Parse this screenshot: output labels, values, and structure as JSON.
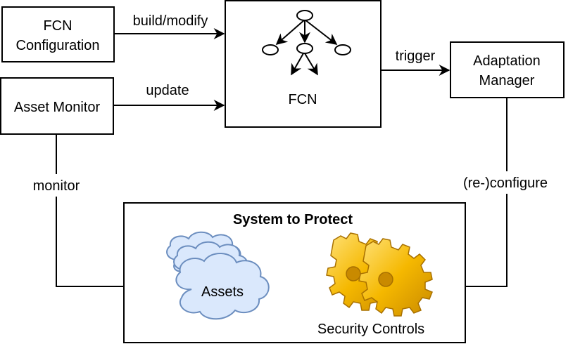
{
  "nodes": {
    "fcn_config": {
      "line1": "FCN",
      "line2": "Configuration"
    },
    "asset_monitor": {
      "label": "Asset Monitor"
    },
    "fcn": {
      "label": "FCN"
    },
    "adaptation_manager": {
      "line1": "Adaptation",
      "line2": "Manager"
    },
    "system": {
      "title": "System to Protect"
    },
    "assets": {
      "label": "Assets"
    },
    "security_controls": {
      "label": "Security Controls"
    }
  },
  "edges": {
    "build_modify": "build/modify",
    "update": "update",
    "trigger": "trigger",
    "monitor": "monitor",
    "reconfigure": "(re-)configure"
  },
  "icons": {
    "fcn": "tree-graph-icon",
    "assets": "cloud-icon",
    "security_controls": "gears-icon"
  },
  "colors": {
    "cloud_fill": "#dae8fc",
    "cloud_stroke": "#6c8ebf",
    "gear_fill": "#f5b800",
    "gear_dark": "#c98a00",
    "gear_light": "#ffe27a"
  }
}
